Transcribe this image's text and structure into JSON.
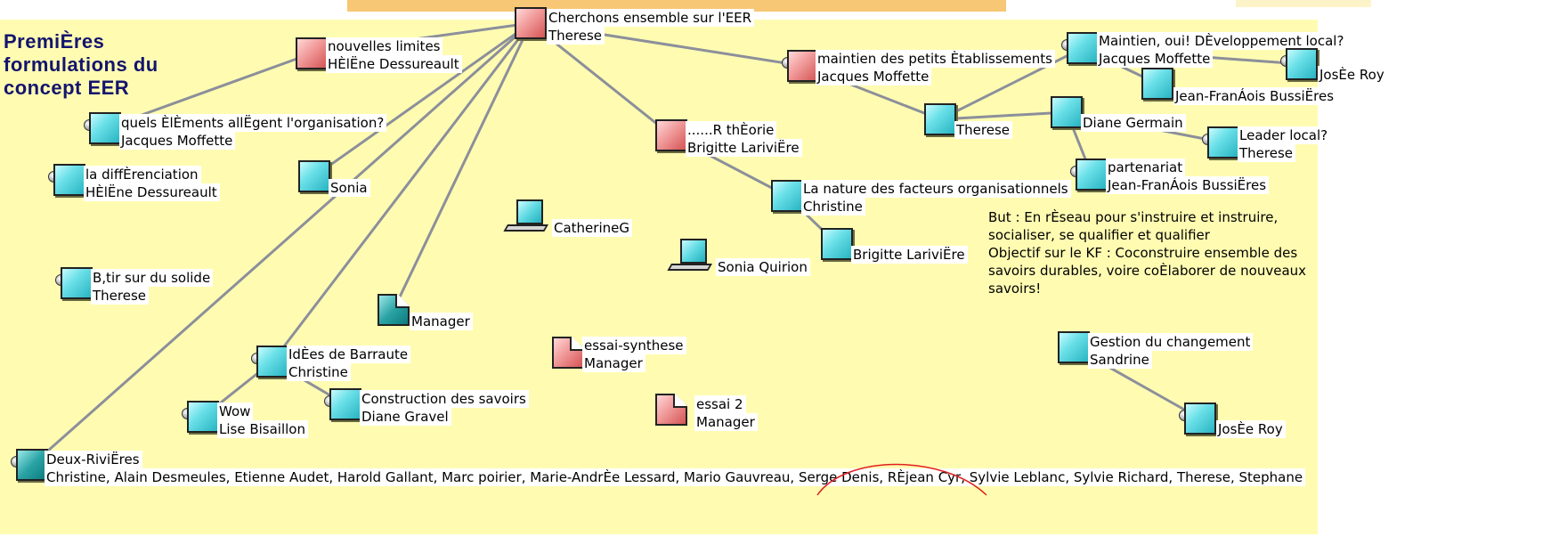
{
  "title": {
    "lines": [
      "PremiÈres",
      "formulations du",
      "concept EER"
    ]
  },
  "nodes": {
    "root": {
      "text": "Cherchons ensemble sur l'EER",
      "author": "Therese"
    },
    "limites": {
      "text": "nouvelles limites",
      "author": "HÈlËne Dessureault"
    },
    "elements": {
      "text": "quels ÈlÈments allËgent l'organisation?",
      "author": "Jacques Moffette"
    },
    "diff": {
      "text": "la diffÈrenciation",
      "author": "HÈlËne Dessureault"
    },
    "sonia": {
      "text": "Sonia"
    },
    "batir": {
      "text": "B‚tir sur du solide",
      "author": "Therese"
    },
    "manager": {
      "text": "Manager"
    },
    "catherine": {
      "text": "CatherineG"
    },
    "quirion": {
      "text": "Sonia Quirion"
    },
    "idees": {
      "text": "IdÈes de Barraute",
      "author": "Christine"
    },
    "wow": {
      "text": "Wow",
      "author": "Lise Bisaillon"
    },
    "construction": {
      "text": "Construction des savoirs",
      "author": "Diane Gravel"
    },
    "essai_synth": {
      "text": "essai-synthese",
      "author": "Manager"
    },
    "essai2": {
      "text": "essai 2",
      "author": "Manager"
    },
    "deux": {
      "text": "Deux-RiviËres",
      "author": "Christine, Alain Desmeules, Etienne Audet, Harold Gallant, Marc poirier, Marie-AndrÈe Lessard, Mario Gauvreau, Serge Denis, RÈjean Cyr, Sylvie Leblanc, Sylvie Richard, Therese, Stephane"
    },
    "theorie": {
      "text": "......R thÈorie",
      "author": "Brigitte LariviËre"
    },
    "nature": {
      "text": "La nature des facteurs organisationnels",
      "author": "Christine"
    },
    "brigitte": {
      "text": "Brigitte LariviËre"
    },
    "maintien_pe": {
      "text": "maintien des petits Ètablissements",
      "author": "Jacques Moffette"
    },
    "therese_mid": {
      "text": "Therese"
    },
    "maintien_oui": {
      "text": "Maintien, oui!   DÈveloppement local?",
      "author": "Jacques Moffette"
    },
    "josee1": {
      "text": "JosÈe Roy"
    },
    "jf1": {
      "text": "Jean-FranÁois BussiËres"
    },
    "diane": {
      "text": "Diane Germain"
    },
    "leader": {
      "text": "Leader local?",
      "author": "Therese"
    },
    "partenariat": {
      "text": "partenariat",
      "author": "Jean-FranÁois BussiËres"
    },
    "gestion": {
      "text": "Gestion du changement",
      "author": "Sandrine"
    },
    "josee2": {
      "text": "JosÈe Roy"
    }
  },
  "note": {
    "lines": [
      "But : En rÈseau pour s'instruire et instruire,",
      "socialiser, se qualifier et qualifier",
      "Objectif sur le KF : Coconstruire ensemble des",
      "savoirs durables, voire coÈlaborer de nouveaux",
      "savoirs!"
    ]
  },
  "colors": {
    "background": "#fffcb2",
    "topbar": "#f7c775",
    "link": "#8c8f9a",
    "title": "#14146e"
  },
  "links": [
    [
      "root",
      "limites"
    ],
    [
      "root",
      "sonia"
    ],
    [
      "root",
      "idees"
    ],
    [
      "root",
      "deux"
    ],
    [
      "root",
      "manager"
    ],
    [
      "root",
      "theorie"
    ],
    [
      "root",
      "maintien_pe"
    ],
    [
      "limites",
      "elements"
    ],
    [
      "idees",
      "construction"
    ],
    [
      "idees",
      "wow"
    ],
    [
      "theorie",
      "nature"
    ],
    [
      "nature",
      "brigitte"
    ],
    [
      "maintien_pe",
      "therese_mid"
    ],
    [
      "therese_mid",
      "maintien_oui"
    ],
    [
      "therese_mid",
      "diane"
    ],
    [
      "maintien_oui",
      "josee1"
    ],
    [
      "maintien_oui",
      "jf1"
    ],
    [
      "diane",
      "leader"
    ],
    [
      "diane",
      "partenariat"
    ],
    [
      "gestion",
      "josee2"
    ]
  ]
}
